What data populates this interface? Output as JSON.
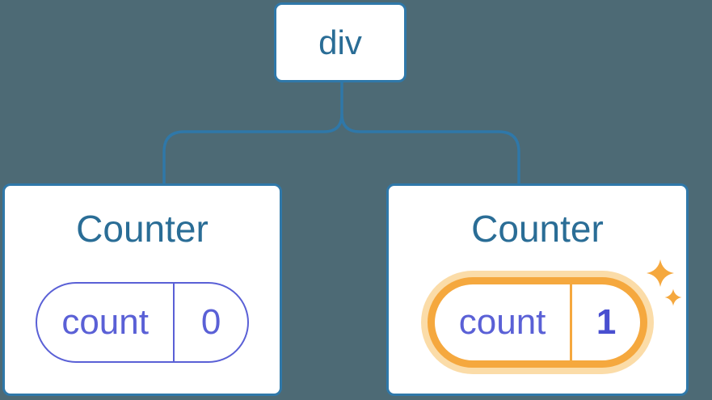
{
  "diagram": {
    "root": {
      "label": "div"
    },
    "children": [
      {
        "title": "Counter",
        "state_key": "count",
        "state_value": "0",
        "highlighted": false
      },
      {
        "title": "Counter",
        "state_key": "count",
        "state_value": "1",
        "highlighted": true
      }
    ]
  },
  "icons": [
    {
      "name": "sparkles-icon",
      "color": "#F5A83E"
    }
  ],
  "colors": {
    "background": "#4D6A75",
    "connector_blue": "#2F78A9",
    "node_text_blue": "#2A6D96",
    "card_background": "#FFFFFF",
    "state_purple": "#5A60D6",
    "state_value_bold_purple": "#494FD0",
    "highlight_orange": "#F5A83E",
    "highlight_halo": "#FBDCA8"
  }
}
